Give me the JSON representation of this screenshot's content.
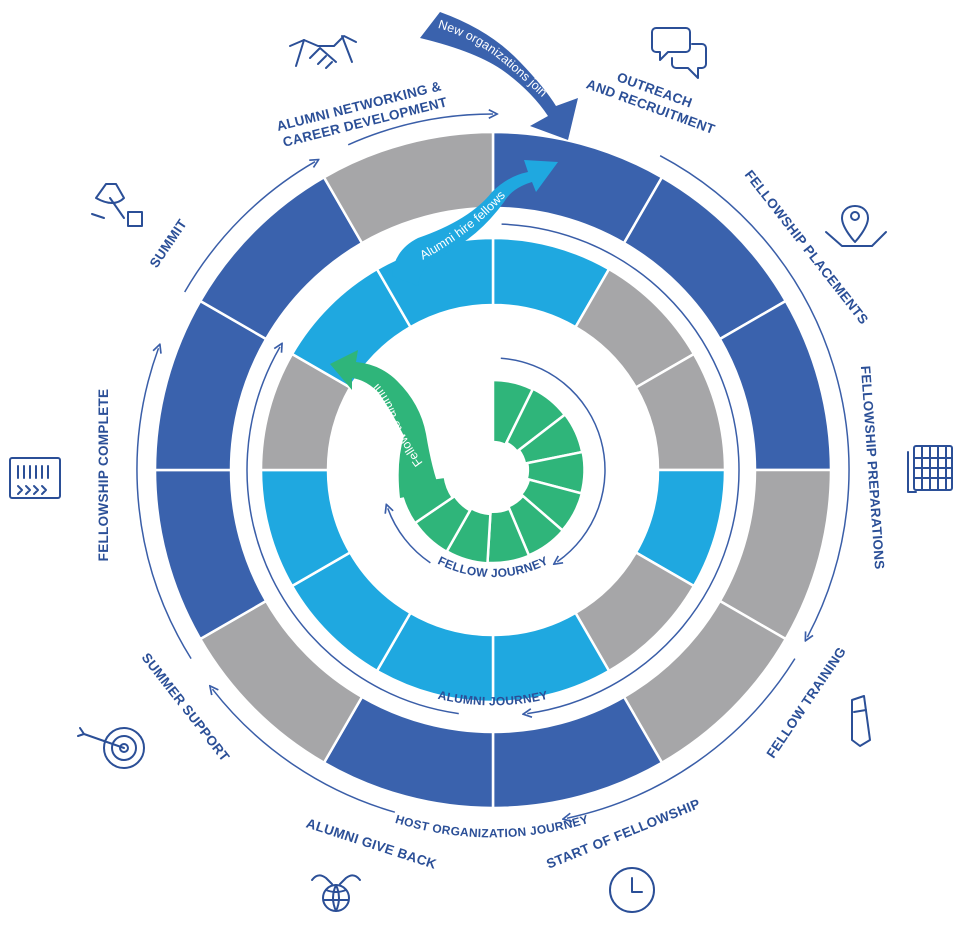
{
  "colors": {
    "dark_blue": "#3a62ad",
    "light_blue": "#1fa8e0",
    "green": "#2fb57a",
    "gray": "#a6a6a8",
    "text": "#2b4f97",
    "line": "#3a5ea8"
  },
  "rings": {
    "host_organization": {
      "label": "HOST ORGANIZATION JOURNEY",
      "segments": 12
    },
    "alumni": {
      "label": "ALUMNI JOURNEY",
      "segments": 12
    },
    "fellow": {
      "label": "FELLOW JOURNEY",
      "segments": 10
    }
  },
  "arrows": {
    "new_organizations": "New organizations join",
    "alumni_hire": "Alumni hire fellows",
    "fellow_to_alumni": "Fellow-to-alumni"
  },
  "stages": [
    {
      "id": "outreach",
      "line1": "OUTREACH",
      "line2": "AND RECRUITMENT",
      "icon": "chat-bubbles-icon"
    },
    {
      "id": "placements",
      "line1": "FELLOWSHIP PLACEMENTS",
      "icon": "map-pin-icon"
    },
    {
      "id": "preparations",
      "line1": "FELLOWSHIP PREPARATIONS",
      "icon": "calendar-icon"
    },
    {
      "id": "training",
      "line1": "FELLOW TRAINING",
      "icon": "pencil-icon"
    },
    {
      "id": "start",
      "line1": "START OF FELLOWSHIP",
      "icon": "clock-icon"
    },
    {
      "id": "give_back",
      "line1": "ALUMNI GIVE BACK",
      "icon": "hands-globe-icon"
    },
    {
      "id": "summer",
      "line1": "SUMMER SUPPORT",
      "icon": "target-icon"
    },
    {
      "id": "complete",
      "line1": "FELLOWSHIP COMPLETE",
      "icon": "checklist-icon"
    },
    {
      "id": "summit",
      "line1": "SUMMIT",
      "icon": "trophy-icon"
    },
    {
      "id": "networking",
      "line1": "ALUMNI NETWORKING &",
      "line2": "CAREER DEVELOPMENT",
      "icon": "handshake-icon"
    }
  ]
}
